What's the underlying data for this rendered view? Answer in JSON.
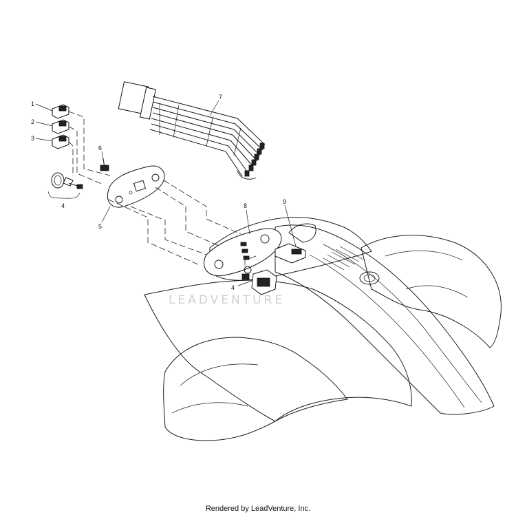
{
  "diagram": {
    "callouts": [
      "1",
      "2",
      "3",
      "4",
      "5",
      "6",
      "7",
      "8",
      "9",
      "4"
    ],
    "watermark": "LEADVENTURE"
  },
  "footer": {
    "text": "Rendered by LeadVenture, Inc."
  }
}
